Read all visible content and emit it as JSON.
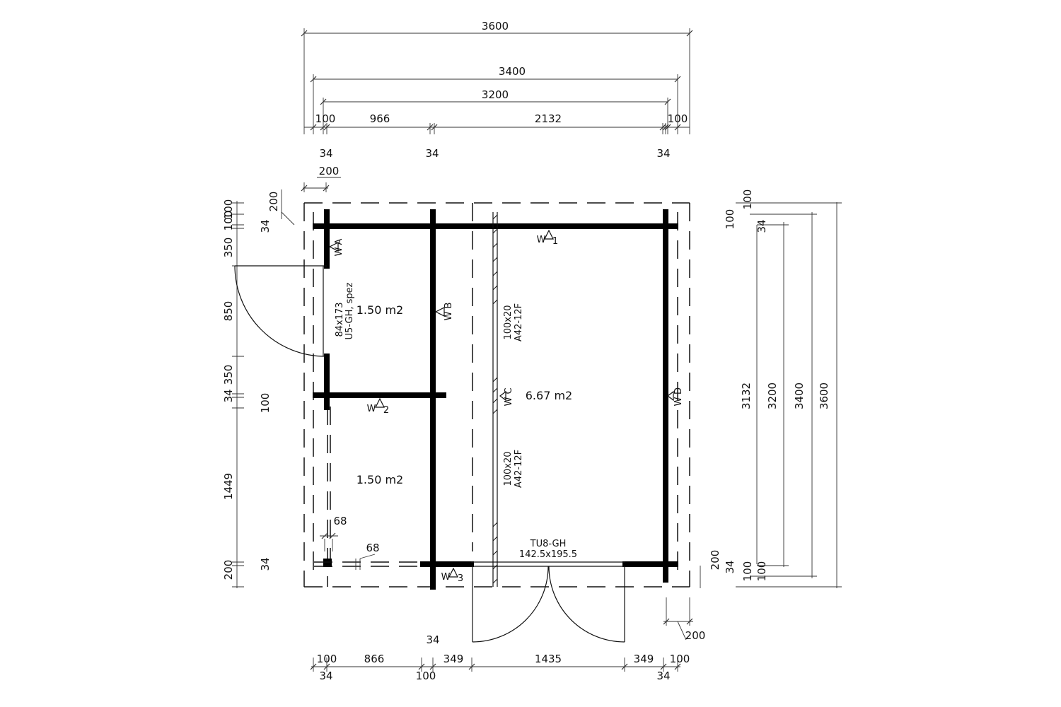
{
  "dimensions": {
    "top": {
      "overall": "3600",
      "mid": "3400",
      "inner": "3200",
      "seg_left_100": "100",
      "seg_966": "966",
      "seg_2132": "2132",
      "seg_right_100": "100",
      "t34_a": "34",
      "t34_b": "34",
      "t34_c": "34",
      "overhang_200": "200"
    },
    "left": {
      "d200_top": "200",
      "d100a": "100",
      "d100b": "100",
      "d34_top": "34",
      "d350a": "350",
      "d850": "850",
      "d350b": "350",
      "d34_mid": "34",
      "d100_mid": "100",
      "d1449": "1449",
      "d34_bot": "34",
      "d200_bot": "200"
    },
    "right": {
      "d100_top": "100",
      "d100_b": "100",
      "d34": "34",
      "d3132": "3132",
      "d3200": "3200",
      "d3400": "3400",
      "d3600": "3600",
      "d200": "200",
      "d34_bot": "34",
      "d100_bot_a": "100",
      "d100_bot_b": "100"
    },
    "bottom": {
      "b100_left": "100",
      "b866": "866",
      "b349_left": "349",
      "b1435": "1435",
      "b349_right": "349",
      "b100_right": "100",
      "b34_left": "34",
      "b100_mid": "100",
      "b34_right": "34",
      "b34_top": "34",
      "b200": "200"
    },
    "detail": {
      "d68_a": "68",
      "d68_b": "68"
    }
  },
  "rooms": {
    "room_top_left": "1.50 m2",
    "room_bottom_left": "1.50 m2",
    "room_main": "6.67 m2"
  },
  "walls": {
    "wA": "W",
    "wA_id": "A",
    "wB": "W",
    "wB_id": "B",
    "wC": "W",
    "wC_id": "C",
    "wD": "W",
    "wD_id": "D",
    "w1": "W",
    "w1_id": "1",
    "w2": "W",
    "w2_id": "2",
    "w3": "W",
    "w3_id": "3"
  },
  "windows": {
    "left_window_size": "84x173",
    "left_window_type": "U5-GH, spez",
    "glass_top_size": "100x20",
    "glass_top_type": "A42-12F",
    "glass_bottom_size": "100x20",
    "glass_bottom_type": "A42-12F"
  },
  "door": {
    "type": "TU8-GH",
    "size": "142.5x195.5"
  }
}
